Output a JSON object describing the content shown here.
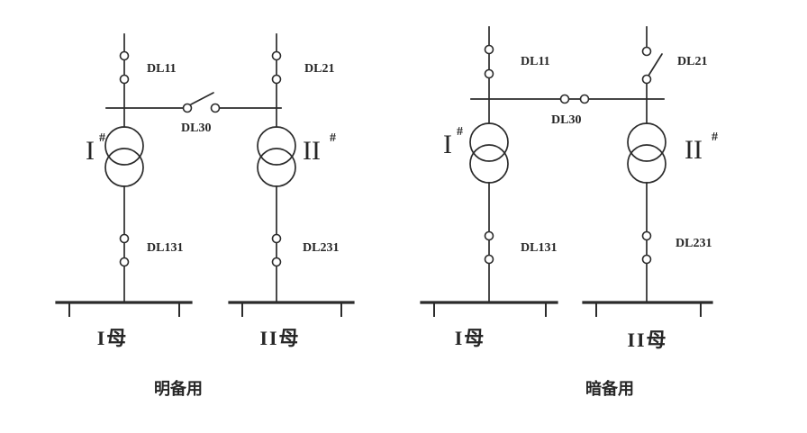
{
  "page": {
    "background": "#ffffff",
    "line_color": "#2b2b2b",
    "text_color": "#262626"
  },
  "diagrams": [
    {
      "caption": "明备用",
      "tie_breaker_state": "open",
      "right_feeder_breaker_state": "closed",
      "labels": {
        "dl11": "DL11",
        "dl21": "DL21",
        "dl30": "DL30",
        "dl131": "DL131",
        "dl231": "DL231",
        "transformer_left": "I",
        "transformer_left_sup": "#",
        "transformer_right": "II",
        "transformer_right_sup": "#",
        "bus_left": "I母",
        "bus_right": "II母"
      }
    },
    {
      "caption": "暗备用",
      "tie_breaker_state": "closed",
      "right_feeder_breaker_state": "open",
      "labels": {
        "dl11": "DL11",
        "dl21": "DL21",
        "dl30": "DL30",
        "dl131": "DL131",
        "dl231": "DL231",
        "transformer_left": "I",
        "transformer_left_sup": "#",
        "transformer_right": "II",
        "transformer_right_sup": "#",
        "bus_left": "I母",
        "bus_right": "II母"
      }
    }
  ]
}
